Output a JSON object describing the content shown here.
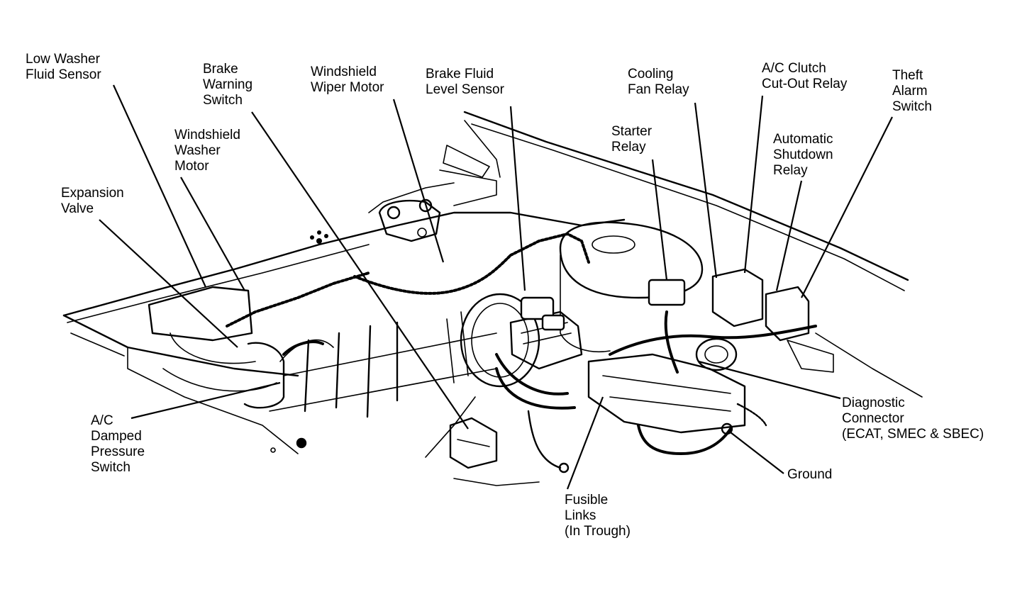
{
  "diagram": {
    "labels": {
      "low_washer_fluid_sensor": [
        "Low Washer",
        "Fluid Sensor"
      ],
      "brake_warning_switch": [
        "Brake",
        "Warning",
        "Switch"
      ],
      "windshield_wiper_motor": [
        "Windshield",
        "Wiper Motor"
      ],
      "brake_fluid_level_sensor": [
        "Brake Fluid",
        "Level Sensor"
      ],
      "cooling_fan_relay": [
        "Cooling",
        "Fan Relay"
      ],
      "ac_clutch_cutout_relay": [
        "A/C Clutch",
        "Cut-Out Relay"
      ],
      "theft_alarm_switch": [
        "Theft",
        "Alarm",
        "Switch"
      ],
      "windshield_washer_motor": [
        "Windshield",
        "Washer",
        "Motor"
      ],
      "starter_relay": [
        "Starter",
        "Relay"
      ],
      "automatic_shutdown_relay": [
        "Automatic",
        "Shutdown",
        "Relay"
      ],
      "expansion_valve": [
        "Expansion",
        "Valve"
      ],
      "ac_damped_pressure_switch": [
        "A/C",
        "Damped",
        "Pressure",
        "Switch"
      ],
      "diagnostic_connector": [
        "Diagnostic",
        "Connector",
        "(ECAT, SMEC & SBEC)"
      ],
      "ground": [
        "Ground"
      ],
      "fusible_links": [
        "Fusible",
        "Links",
        "(In Trough)"
      ]
    },
    "colors": {
      "ink": "#000000",
      "background": "#ffffff"
    }
  }
}
